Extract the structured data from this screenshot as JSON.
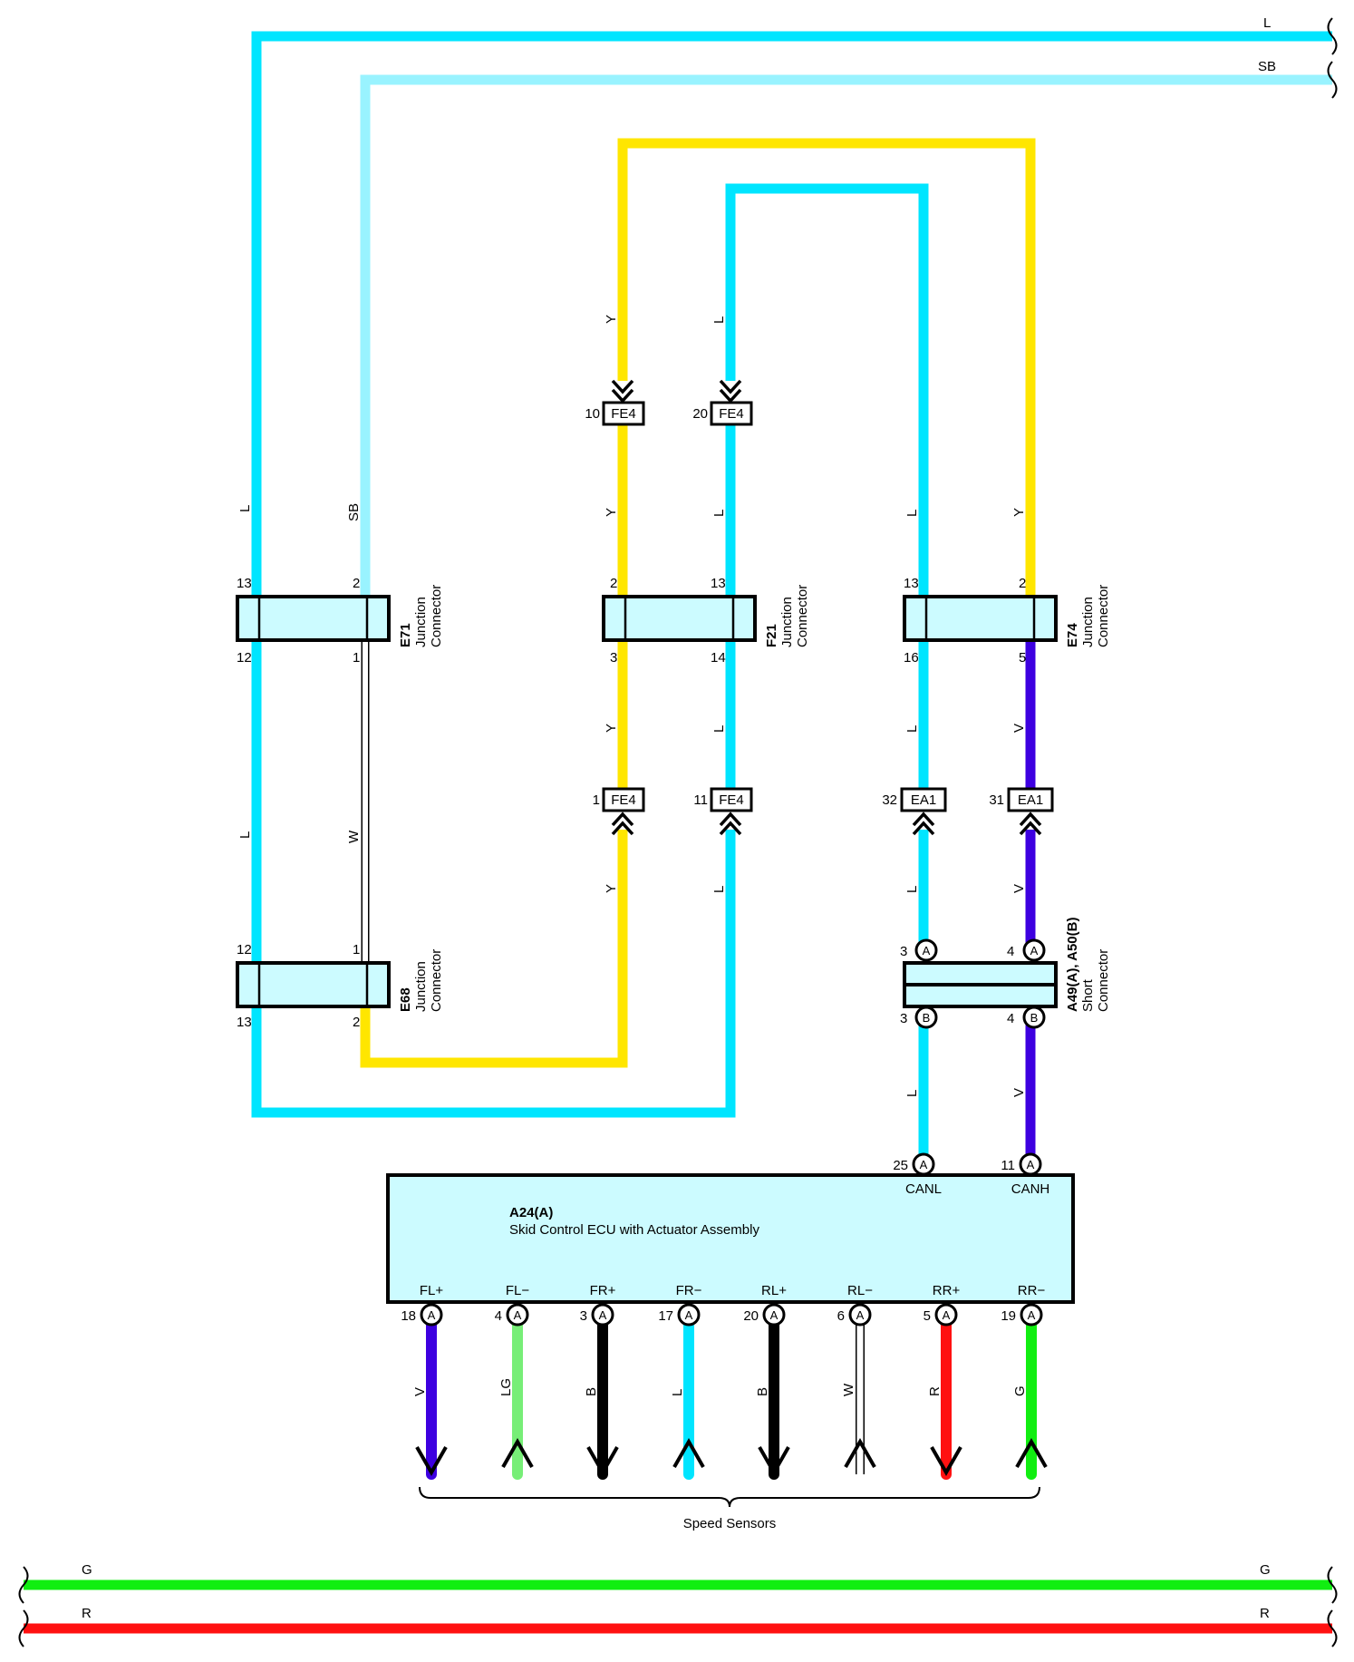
{
  "colors": {
    "L": "#00e5ff",
    "SB": "#99f3ff",
    "Y": "#ffe600",
    "V": "#3d00e0",
    "LG": "#77ee77",
    "B": "#000000",
    "W": "#ffffff",
    "R": "#ff1111",
    "G": "#11ee11",
    "connector_fill": "#ccfbff"
  },
  "bus_labels": {
    "top_L": "L",
    "top_SB": "SB",
    "bottom_G_left": "G",
    "bottom_G_right": "G",
    "bottom_R_left": "R",
    "bottom_R_right": "R"
  },
  "connectors": {
    "E71": {
      "id": "E71",
      "line1": "Junction",
      "line2": "Connector",
      "pin_tl": "13",
      "pin_tr": "2",
      "pin_bl": "12",
      "pin_br": "1"
    },
    "F21": {
      "id": "F21",
      "line1": "Junction",
      "line2": "Connector",
      "pin_tl": "2",
      "pin_tr": "13",
      "pin_bl": "3",
      "pin_br": "14"
    },
    "E74": {
      "id": "E74",
      "line1": "Junction",
      "line2": "Connector",
      "pin_tl": "13",
      "pin_tr": "2",
      "pin_bl": "16",
      "pin_br": "5"
    },
    "E68": {
      "id": "E68",
      "line1": "Junction",
      "line2": "Connector",
      "pin_tl": "12",
      "pin_tr": "1",
      "pin_bl": "13",
      "pin_br": "2"
    },
    "A49": {
      "id": "A49(A), A50(B)",
      "line1": "Short",
      "line2": "Connector",
      "pin_tl": "3",
      "pin_tr": "4",
      "pin_bl": "3",
      "pin_br": "4",
      "tag_top": "A",
      "tag_bottom": "B"
    }
  },
  "inline_connectors": {
    "fe4_top_y": {
      "name": "FE4",
      "pin": "10"
    },
    "fe4_top_l": {
      "name": "FE4",
      "pin": "20"
    },
    "fe4_bot_y": {
      "name": "FE4",
      "pin": "1"
    },
    "fe4_bot_l": {
      "name": "FE4",
      "pin": "11"
    },
    "ea1_l": {
      "name": "EA1",
      "pin": "32"
    },
    "ea1_v": {
      "name": "EA1",
      "pin": "31"
    }
  },
  "wire_labels": {
    "e71_l_top": "L",
    "e71_sb_top": "SB",
    "e71_l_mid": "L",
    "e71_w_mid": "W",
    "y_top": "Y",
    "l_top": "L",
    "y_upper": "Y",
    "l_upper": "L",
    "y_mid": "Y",
    "l_mid": "L",
    "y_low": "Y",
    "l_low": "L",
    "e74_l_upper": "L",
    "e74_y_upper": "Y",
    "e74_l_mid": "L",
    "e74_v_mid": "V",
    "ea1_l_low": "L",
    "ea1_v_low": "V",
    "short_l_low": "L",
    "short_v_low": "V"
  },
  "ecu": {
    "id": "A24(A)",
    "name": "Skid Control ECU with Actuator Assembly",
    "tag": "A",
    "top_pins": [
      {
        "label": "CANL",
        "pin": "25"
      },
      {
        "label": "CANH",
        "pin": "11"
      }
    ],
    "bottom_pins": [
      {
        "label": "FL+",
        "pin": "18",
        "wire": "V"
      },
      {
        "label": "FL−",
        "pin": "4",
        "wire": "LG"
      },
      {
        "label": "FR+",
        "pin": "3",
        "wire": "B"
      },
      {
        "label": "FR−",
        "pin": "17",
        "wire": "L"
      },
      {
        "label": "RL+",
        "pin": "20",
        "wire": "B"
      },
      {
        "label": "RL−",
        "pin": "6",
        "wire": "W"
      },
      {
        "label": "RR+",
        "pin": "5",
        "wire": "R"
      },
      {
        "label": "RR−",
        "pin": "19",
        "wire": "G"
      }
    ]
  },
  "speed_sensors_label": "Speed Sensors"
}
